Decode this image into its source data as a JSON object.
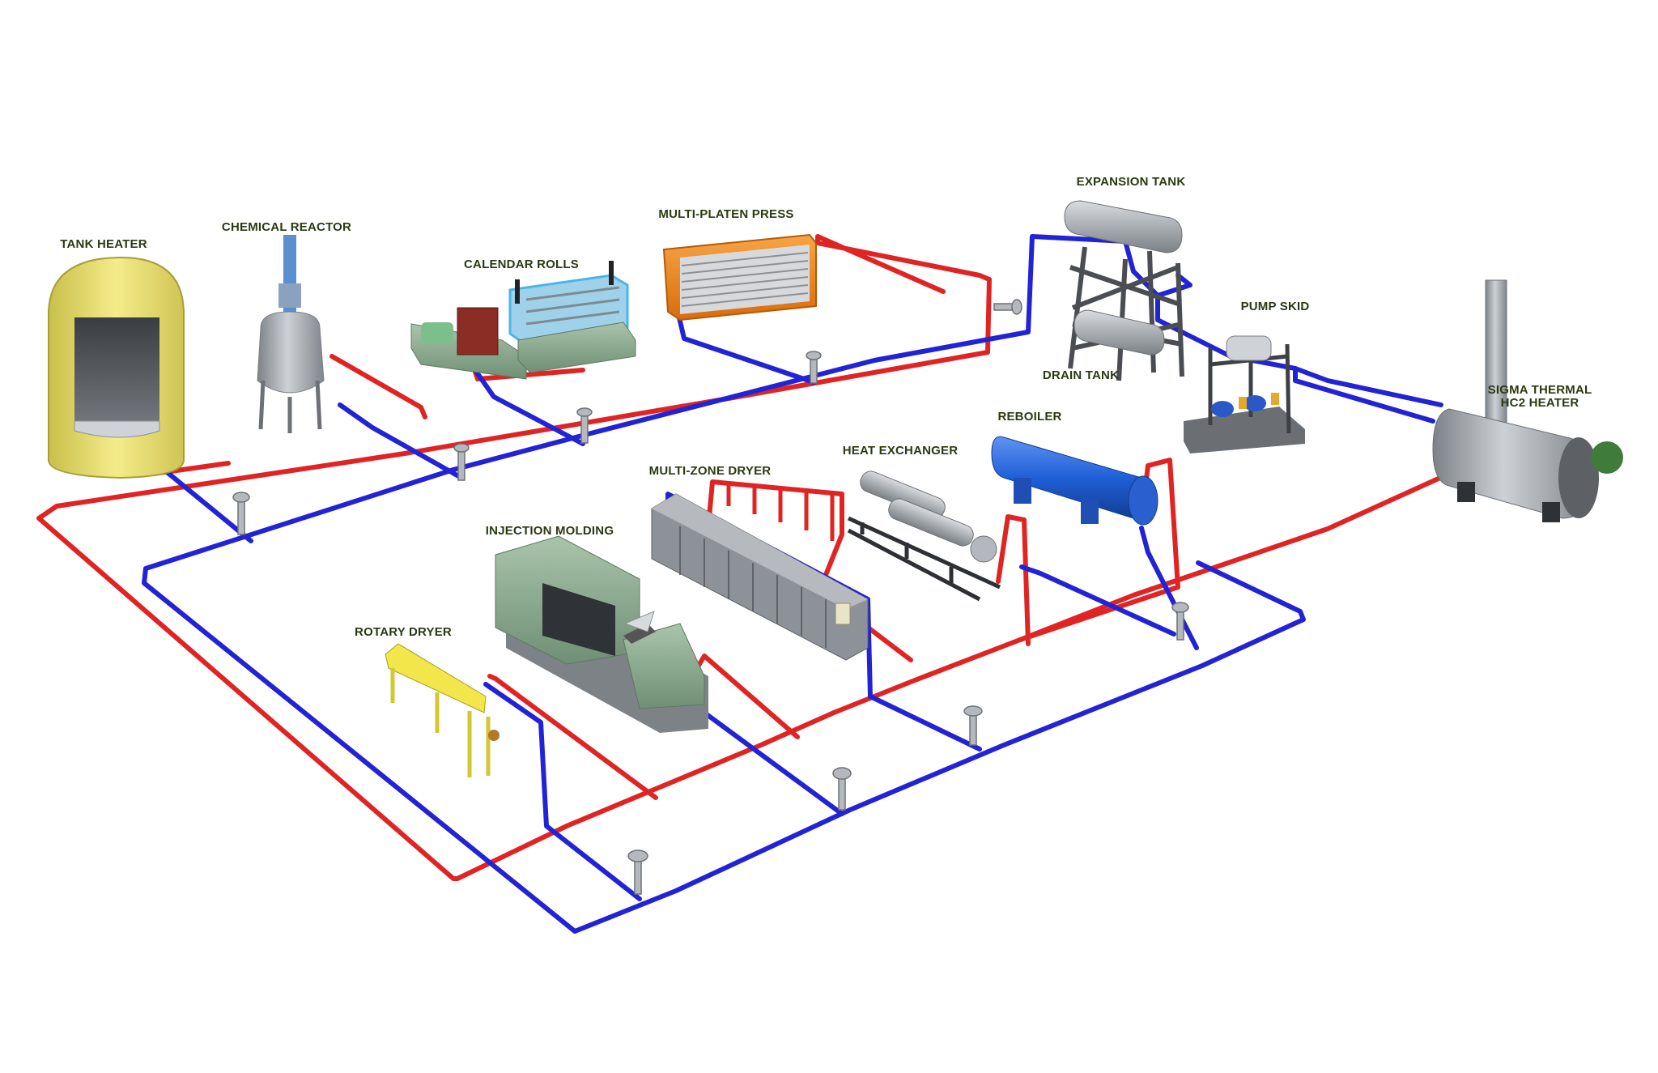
{
  "labels": {
    "tank_heater": "TANK HEATER",
    "chemical_reactor": "CHEMICAL REACTOR",
    "calendar_rolls": "CALENDAR ROLLS",
    "multi_platen_press": "MULTI-PLATEN PRESS",
    "expansion_tank": "EXPANSION TANK",
    "drain_tank": "DRAIN TANK",
    "pump_skid": "PUMP SKID",
    "heater_line1": "SIGMA THERMAL",
    "heater_line2": "HC2 HEATER",
    "reboiler": "REBOILER",
    "heat_exchanger": "HEAT EXCHANGER",
    "multi_zone_dryer": "MULTI-ZONE DRYER",
    "injection_molding": "INJECTION MOLDING",
    "rotary_dryer": "ROTARY DRYER"
  },
  "colors": {
    "supply_pipe": "#e02424",
    "return_pipe": "#2323d6",
    "label_text": "#2b3a12",
    "tank_heater_shell": "#e9df6e",
    "press_body": "#f08a1a",
    "calendar_frame": "#48b6e6",
    "reboiler_body": "#1f5fd6",
    "rotary_dryer_body": "#f3e64a",
    "injection_molding_body": "#8fae93",
    "machine_grey": "#9aa0a6"
  }
}
